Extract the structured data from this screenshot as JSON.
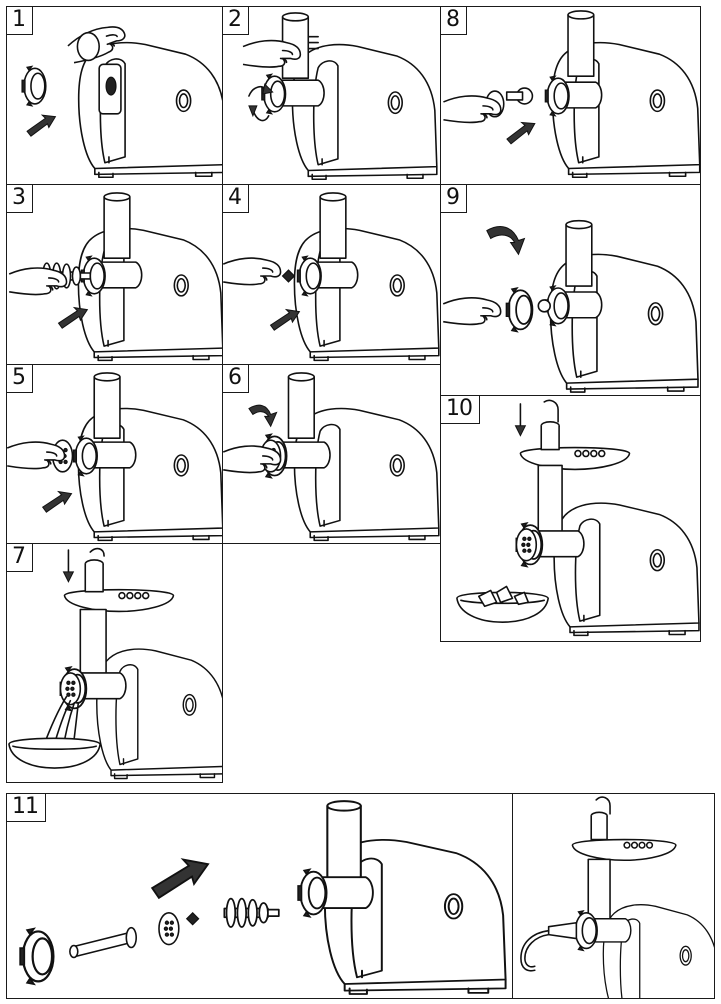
{
  "steps": [
    {
      "id": "1",
      "label": "1"
    },
    {
      "id": "2",
      "label": "2"
    },
    {
      "id": "3",
      "label": "3"
    },
    {
      "id": "4",
      "label": "4"
    },
    {
      "id": "5",
      "label": "5"
    },
    {
      "id": "6",
      "label": "6"
    },
    {
      "id": "7",
      "label": "7"
    },
    {
      "id": "8",
      "label": "8"
    },
    {
      "id": "9",
      "label": "9"
    },
    {
      "id": "10",
      "label": "10"
    },
    {
      "id": "11",
      "label": "11"
    }
  ]
}
